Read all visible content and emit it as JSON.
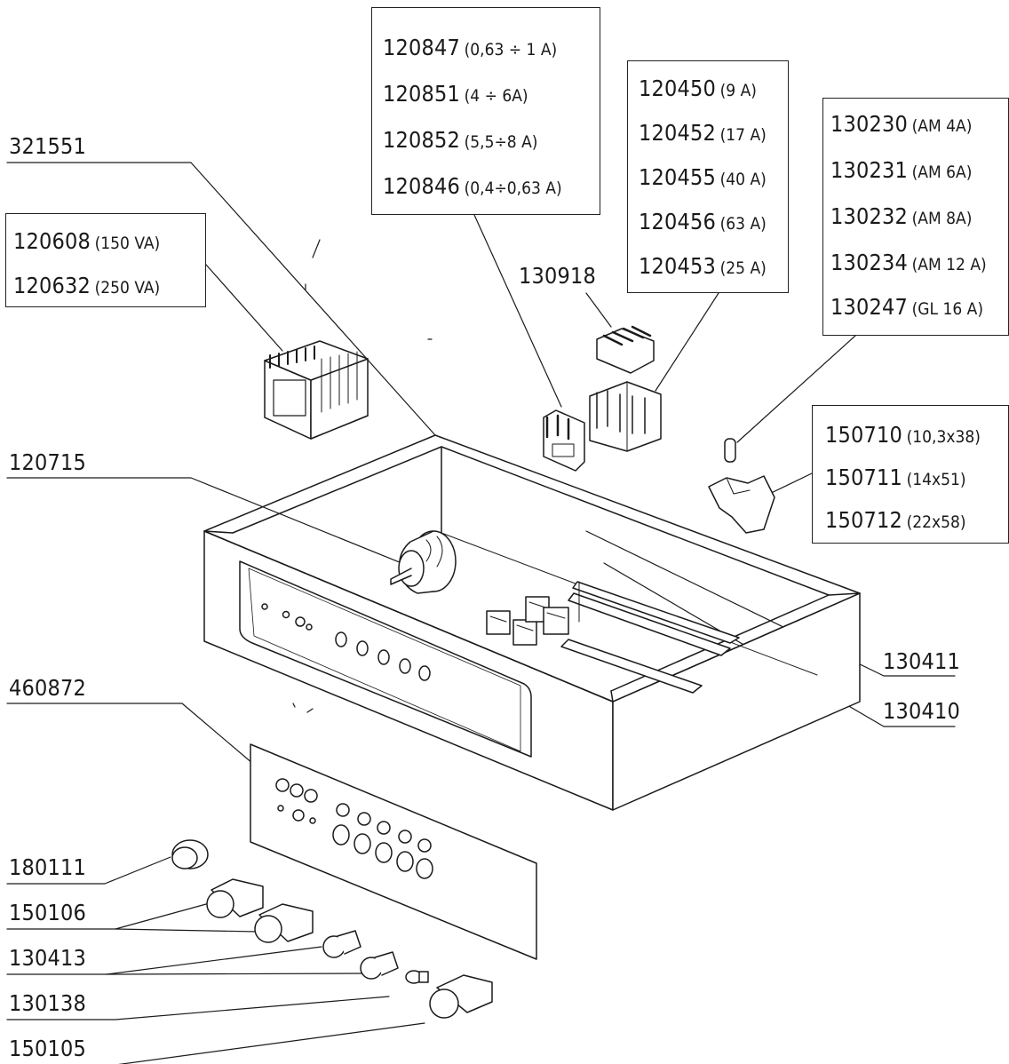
{
  "groups": {
    "overload_relays": [
      {
        "code": "120847",
        "spec": "(0,63 ÷ 1 A)"
      },
      {
        "code": "120851",
        "spec": "(4 ÷ 6A)"
      },
      {
        "code": "120852",
        "spec": "(5,5÷8 A)"
      },
      {
        "code": "120846",
        "spec": "(0,4÷0,63 A)"
      }
    ],
    "contactors": [
      {
        "code": "120450",
        "spec": "(9 A)"
      },
      {
        "code": "120452",
        "spec": "(17 A)"
      },
      {
        "code": "120455",
        "spec": "(40 A)"
      },
      {
        "code": "120456",
        "spec": "(63 A)"
      },
      {
        "code": "120453",
        "spec": "(25 A)"
      }
    ],
    "fuses": [
      {
        "code": "130230",
        "spec": "(AM 4A)"
      },
      {
        "code": "130231",
        "spec": "(AM 6A)"
      },
      {
        "code": "130232",
        "spec": "(AM 8A)"
      },
      {
        "code": "130234",
        "spec": "(AM 12 A)"
      },
      {
        "code": "130247",
        "spec": "(GL 16 A)"
      }
    ],
    "transformers": [
      {
        "code": "120608",
        "spec": "(150 VA)"
      },
      {
        "code": "120632",
        "spec": "(250 VA)"
      }
    ],
    "fuse_holders": [
      {
        "code": "150710",
        "spec": "(10,3x38)"
      },
      {
        "code": "150711",
        "spec": "(14x51)"
      },
      {
        "code": "150712",
        "spec": "(22x58)"
      }
    ]
  },
  "labels": {
    "enclosure": "321551",
    "aux_contact": "130918",
    "switch": "120715",
    "terminal_a": "130411",
    "terminal_b": "130410",
    "front_panel": "460872",
    "knob": "180111",
    "push_button": "150106",
    "lamp_holder": "130413",
    "bulb": "130138",
    "push_button_2": "150105"
  }
}
